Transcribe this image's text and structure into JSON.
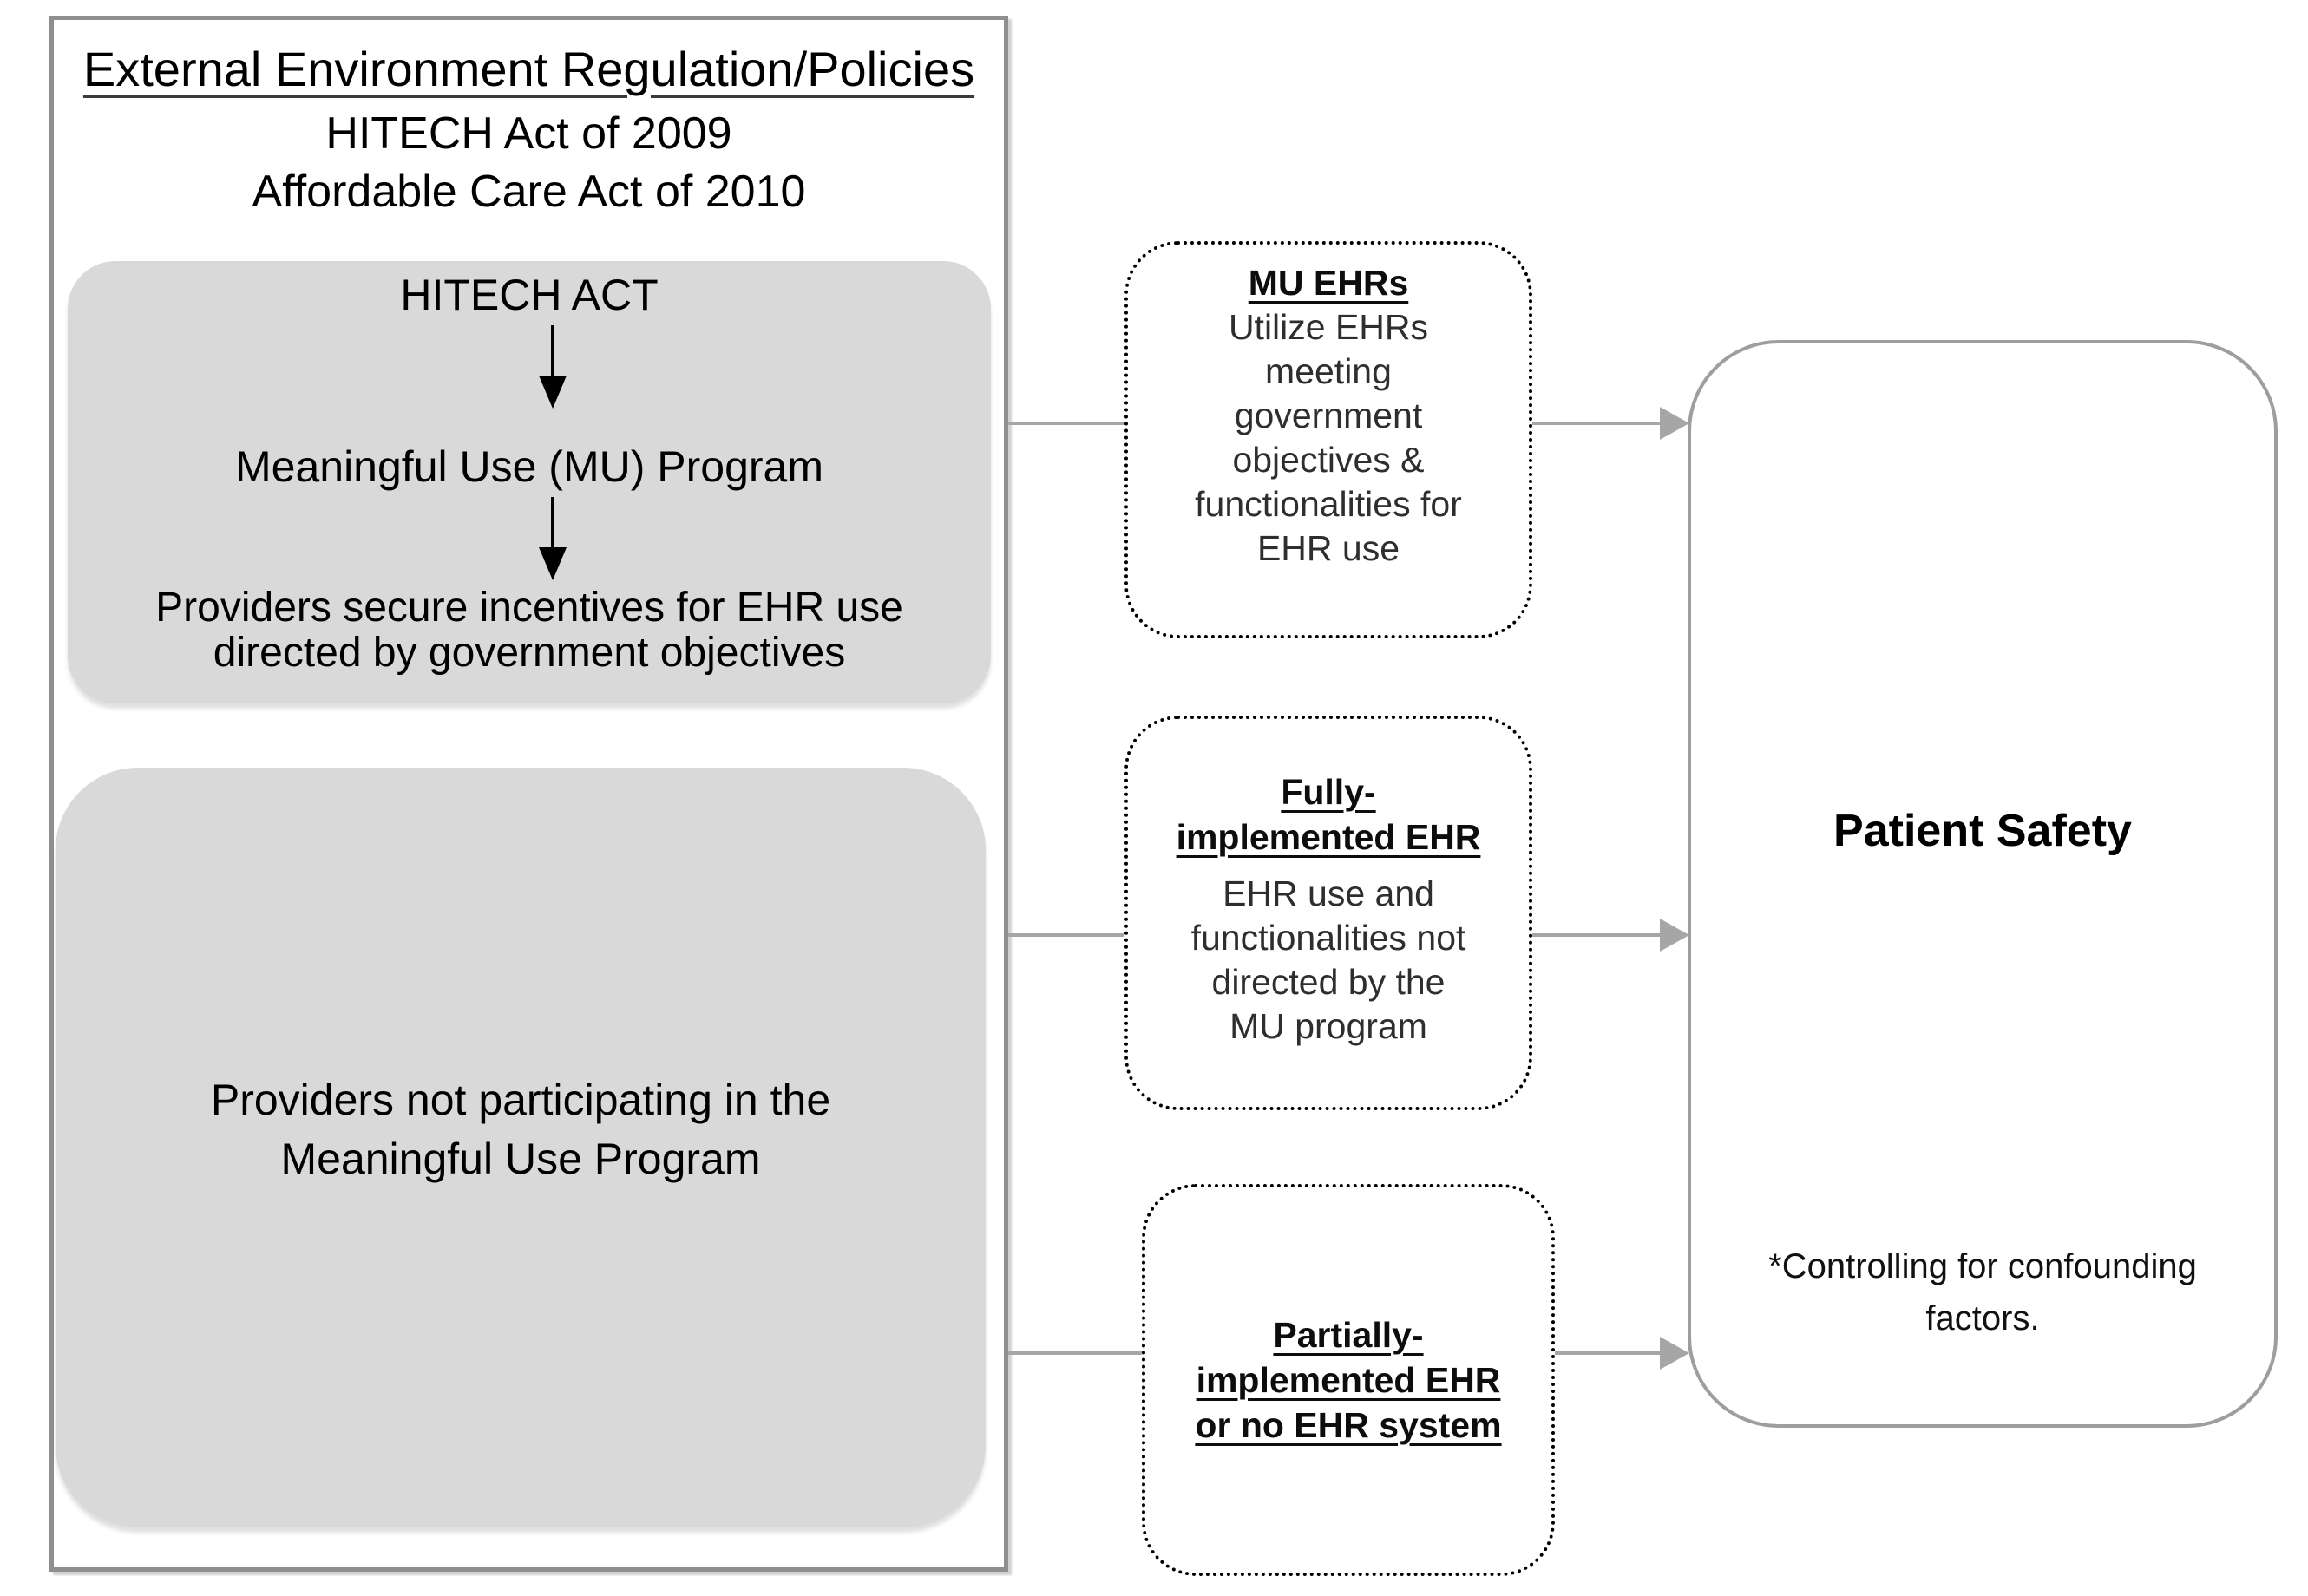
{
  "colors": {
    "panel_border": "#8f8f8f",
    "gray_box_fill": "#d9d9d9",
    "dotted_border": "#000000",
    "outcome_border": "#9e9e9e",
    "connector_gray": "#a6a6a6",
    "text_black": "#000000",
    "text_body_dark": "#2e2e2e"
  },
  "regulation_panel": {
    "heading": "External Environment Regulation/Policies",
    "acts": [
      "HITECH Act of 2009",
      "Affordable Care Act of 2010"
    ],
    "hitech_flow": {
      "step1": "HITECH ACT",
      "step2": "Meaningful Use (MU) Program",
      "step3": [
        "Providers secure incentives for EHR use",
        "directed by government objectives"
      ]
    },
    "non_participants": [
      "Providers not participating in the",
      "Meaningful Use Program"
    ]
  },
  "ehr_boxes": [
    {
      "title": [
        "MU EHRs"
      ],
      "body": [
        "Utilize EHRs",
        "meeting",
        "government",
        "objectives &",
        "functionalities for",
        "EHR use"
      ]
    },
    {
      "title": [
        "Fully-",
        "implemented EHR"
      ],
      "body": [
        "EHR use and",
        "functionalities not",
        "directed by the",
        "MU program"
      ]
    },
    {
      "title": [
        "Partially-",
        "implemented EHR",
        "or no EHR system"
      ],
      "body": []
    }
  ],
  "outcome_box": {
    "title": "Patient Safety",
    "footnote": [
      "*Controlling for confounding",
      "factors."
    ]
  }
}
